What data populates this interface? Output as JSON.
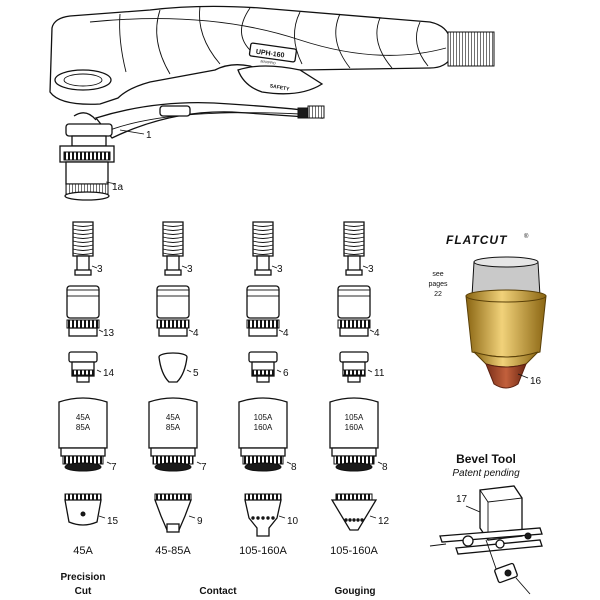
{
  "torch": {
    "model_label": "UPH-160",
    "sub_label": "MAXPRO",
    "safety_label": "SAFETY",
    "callout_1": "1",
    "callout_1a": "1a"
  },
  "columns": [
    {
      "id": "c1",
      "labels": [
        "3",
        "13",
        "14",
        "7",
        "15"
      ],
      "current": "45A",
      "cup_text": [
        "45A",
        "85A"
      ]
    },
    {
      "id": "c2",
      "labels": [
        "3",
        "4",
        "5",
        "7",
        "9"
      ],
      "current": "45-85A",
      "cup_text": [
        "45A",
        "85A"
      ]
    },
    {
      "id": "c3",
      "labels": [
        "3",
        "4",
        "6",
        "8",
        "10"
      ],
      "current": "105-160A",
      "cup_text": [
        "105A",
        "160A"
      ]
    },
    {
      "id": "c4",
      "labels": [
        "3",
        "4",
        "11",
        "8",
        "12"
      ],
      "current": "105-160A",
      "cup_text": [
        "105A",
        "160A"
      ]
    }
  ],
  "categories": {
    "precision_line1": "Precision",
    "precision_line2": "Cut",
    "contact": "Contact",
    "gouging": "Gouging"
  },
  "flatcut": {
    "brand": "FLATCUT",
    "mark": "®",
    "see_line1": "see",
    "see_line2": "pages",
    "see_line3": "22",
    "callout": "16",
    "colors": {
      "brass": "#c9a038",
      "brass_dark": "#8a6512",
      "copper": "#c2603c",
      "gray": "#c9c9c9"
    }
  },
  "bevel": {
    "title": "Bevel Tool",
    "subtitle": "Patent pending",
    "callout": "17"
  }
}
